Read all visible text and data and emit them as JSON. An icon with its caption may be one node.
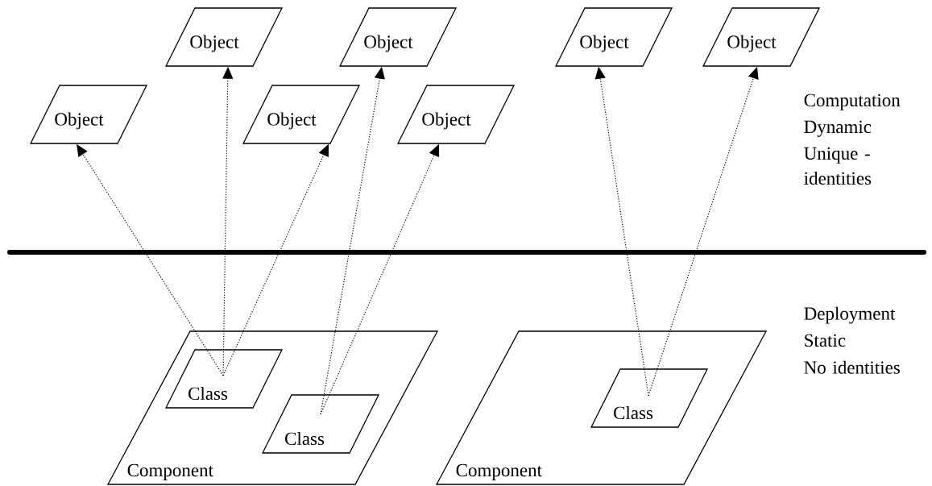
{
  "diagram": {
    "nodes": [
      {
        "text": [
          "Object"
        ]
      },
      {
        "text": [
          "Object"
        ]
      },
      {
        "text": [
          "Object"
        ]
      },
      {
        "text": [
          "Object"
        ]
      },
      {
        "text": [
          "Object"
        ]
      },
      {
        "text": [
          "Object"
        ]
      },
      {
        "text": [
          "Object"
        ]
      },
      {
        "text": [
          "Component"
        ]
      },
      {
        "text": [
          "Class"
        ],
        "in": 7
      },
      {
        "text": [
          "Class"
        ],
        "in": 7
      },
      {
        "text": [
          "Component"
        ]
      },
      {
        "text": [
          "Class"
        ],
        "in": 10
      }
    ],
    "edges": [
      {
        "from": 8,
        "to": 4,
        "arrow": "to"
      },
      {
        "from": 8,
        "to": 0,
        "arrow": "to"
      },
      {
        "from": 8,
        "to": 5,
        "arrow": "to"
      },
      {
        "from": 9,
        "to": 1,
        "arrow": "to"
      },
      {
        "from": 9,
        "to": 6,
        "arrow": "to"
      },
      {
        "from": 11,
        "to": 2,
        "arrow": "to"
      },
      {
        "from": 11,
        "to": 3,
        "arrow": "to"
      }
    ],
    "labels": [
      "Computation",
      "Dynamic",
      "Unique - identities",
      "Deployment",
      "Static",
      "No identities"
    ]
  }
}
